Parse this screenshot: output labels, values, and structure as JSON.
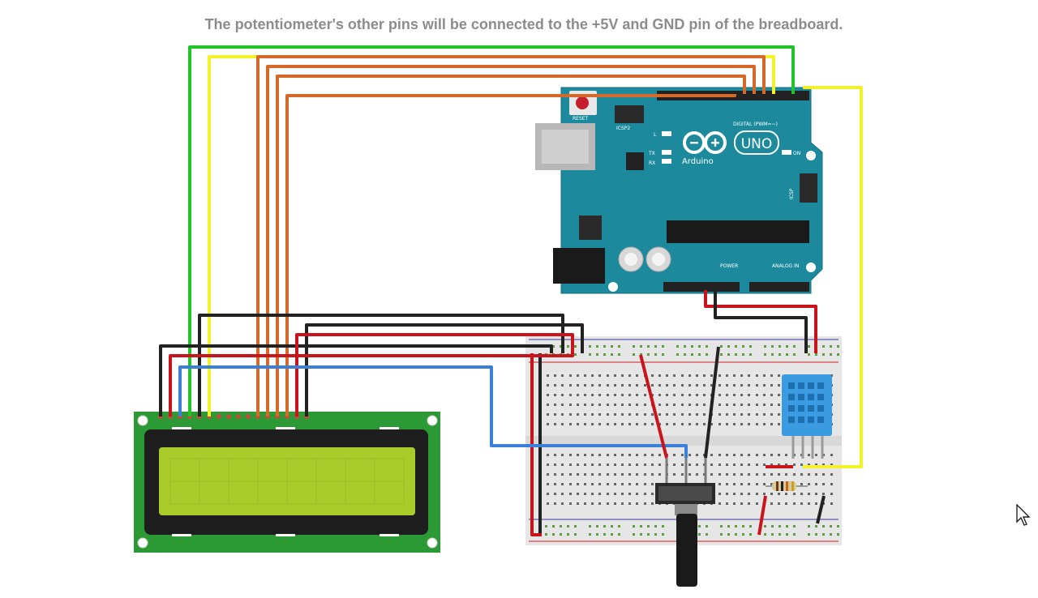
{
  "caption": "The potentiometer's other pins will be connected to the +5V and GND pin of the breadboard.",
  "arduino": {
    "logo_text": "Arduino",
    "model": "UNO",
    "reset_label": "RESET",
    "icsp2_label": "ICSP2",
    "icsp_label": "ICSP",
    "digital_label": "DIGITAL (PWM=~)",
    "power_label": "POWER",
    "analog_label": "ANALOG IN",
    "l_label": "L",
    "tx_label": "TX",
    "rx_label": "RX",
    "on_label": "ON"
  },
  "colors": {
    "board": "#1c8a9c",
    "wire_green": "#22c22a",
    "wire_yellow": "#f2f22a",
    "wire_orange": "#d4692a",
    "wire_black": "#222222",
    "wire_red": "#c8141a",
    "wire_blue": "#3a7fd8",
    "lcd_pcb": "#2c9a34",
    "lcd_screen": "#aacc2a",
    "sensor": "#3a9be0"
  },
  "components": [
    "arduino-uno",
    "lcd-16x2",
    "breadboard",
    "potentiometer",
    "dht11-sensor",
    "resistor"
  ]
}
